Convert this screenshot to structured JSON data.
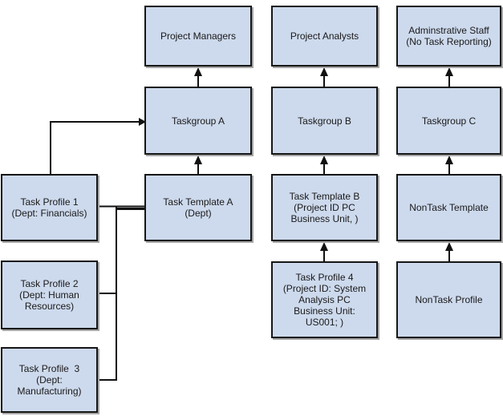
{
  "diagram": {
    "boxes": {
      "project_managers": {
        "label": "Project Managers"
      },
      "taskgroup_a": {
        "label": "Taskgroup A"
      },
      "task_template_a": {
        "label": "Task Template A\n(Dept)"
      },
      "task_profile_1": {
        "label": "Task Profile 1\n(Dept: Financials)"
      },
      "task_profile_2": {
        "label": "Task Profile 2\n(Dept: Human\nResources)"
      },
      "task_profile_3": {
        "label": "Task Profile  3\n(Dept:\nManufacturing)"
      },
      "project_analysts": {
        "label": "Project Analysts"
      },
      "taskgroup_b": {
        "label": "Taskgroup B"
      },
      "task_template_b": {
        "label": "Task Template B\n(Project ID PC\nBusiness Unit, )"
      },
      "task_profile_4": {
        "label": "Task Profile 4\n(Project ID: System\nAnalysis PC\nBusiness Unit:\nUS001; )"
      },
      "administrative_staff": {
        "label": "Adminstrative Staff\n(No Task Reporting)"
      },
      "taskgroup_c": {
        "label": "Taskgroup C"
      },
      "nontask_template": {
        "label": "NonTask Template"
      },
      "nontask_profile": {
        "label": "NonTask Profile"
      }
    },
    "colors": {
      "box_fill": "#cdd9ec",
      "box_border": "#161616",
      "box_shadow": "#a6a6a6",
      "connector": "#111111",
      "text": "#1a1a1a",
      "background": "#ffffff"
    }
  }
}
